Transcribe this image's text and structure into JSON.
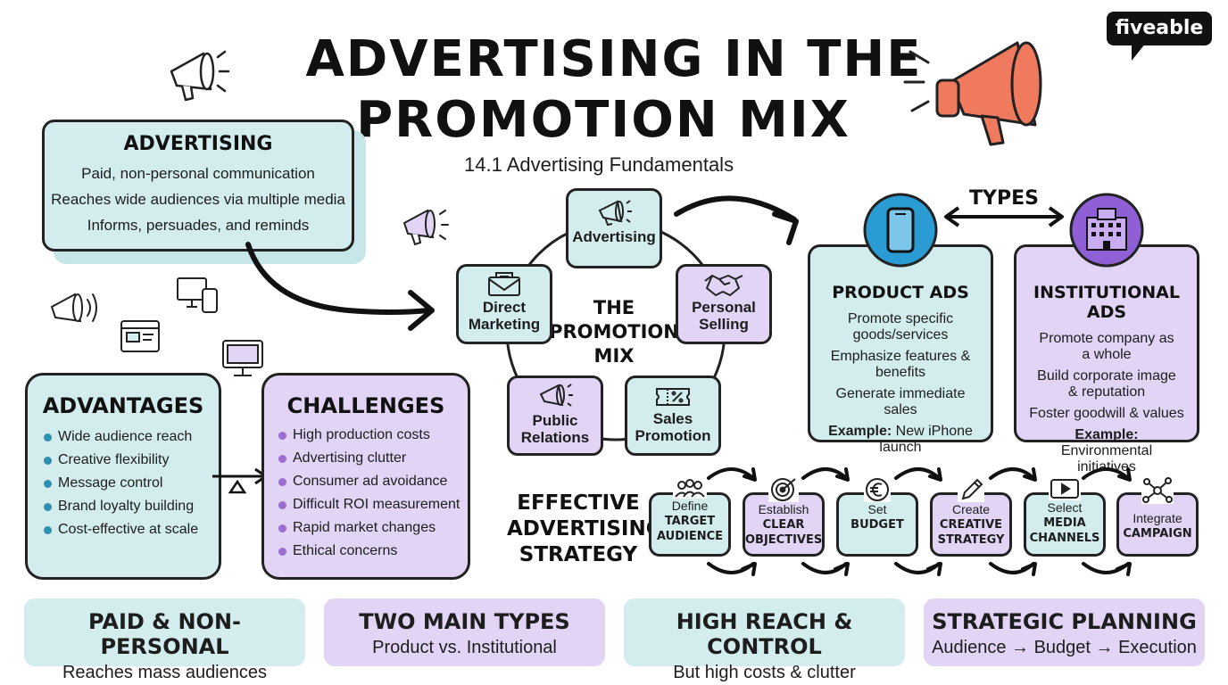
{
  "brand": "fiveable",
  "title_line1": "ADVERTISING IN THE",
  "title_line2": "PROMOTION MIX",
  "subtitle": "14.1 Advertising Fundamentals",
  "advertising": {
    "heading": "ADVERTISING",
    "lines": [
      "Paid, non-personal communication",
      "Reaches wide audiences via multiple media",
      "Informs, persuades, and reminds"
    ]
  },
  "advantages": {
    "heading": "ADVANTAGES",
    "items": [
      "Wide audience reach",
      "Creative flexibility",
      "Message control",
      "Brand loyalty building",
      "Cost-effective at scale"
    ]
  },
  "challenges": {
    "heading": "CHALLENGES",
    "items": [
      "High production costs",
      "Advertising clutter",
      "Consumer ad avoidance",
      "Difficult ROI measurement",
      "Rapid market changes",
      "Ethical concerns"
    ]
  },
  "mix": {
    "center_lines": [
      "THE",
      "PROMOTION",
      "MIX"
    ],
    "advertising": [
      "Advertising"
    ],
    "direct": [
      "Direct",
      "Marketing"
    ],
    "personal": [
      "Personal",
      "Selling"
    ],
    "public": [
      "Public",
      "Relations"
    ],
    "sales": [
      "Sales",
      "Promotion"
    ]
  },
  "types_label": "TYPES",
  "product_ads": {
    "heading": "PRODUCT ADS",
    "lines": [
      "Promote specific goods/services",
      "Emphasize features & benefits",
      "Generate immediate sales"
    ],
    "example_label": "Example:",
    "example_text": "New iPhone launch"
  },
  "institutional_ads": {
    "heading": "INSTITUTIONAL ADS",
    "lines": [
      "Promote company as a whole",
      "Build corporate image & reputation",
      "Foster goodwill & values"
    ],
    "example_label": "Example:",
    "example_text": "Environmental initiatives"
  },
  "strategy": {
    "heading_lines": [
      "EFFECTIVE",
      "ADVERTISING",
      "STRATEGY"
    ],
    "steps": [
      {
        "top": "Define",
        "bold": [
          "TARGET",
          "AUDIENCE"
        ]
      },
      {
        "top": "Establish",
        "bold": [
          "CLEAR",
          "OBJECTIVES"
        ]
      },
      {
        "top": "Set",
        "bold": [
          "BUDGET"
        ]
      },
      {
        "top": "Create",
        "bold": [
          "CREATIVE",
          "STRATEGY"
        ]
      },
      {
        "top": "Select",
        "bold": [
          "MEDIA",
          "CHANNELS"
        ]
      },
      {
        "top": "Integrate",
        "bold": [
          "CAMPAIGN"
        ]
      }
    ]
  },
  "banners": [
    {
      "heading": "PAID & NON-PERSONAL",
      "sub": "Reaches mass audiences"
    },
    {
      "heading": "TWO MAIN TYPES",
      "sub": "Product vs. Institutional"
    },
    {
      "heading": "HIGH REACH & CONTROL",
      "sub": "But high costs & clutter"
    },
    {
      "heading": "STRATEGIC PLANNING",
      "sub": "Audience → Budget → Execution"
    }
  ],
  "colors": {
    "teal": "#d3ecee",
    "lavender": "#e1d4f5",
    "megaphone": "#f07a5e",
    "phone_circle": "#2a9bd3",
    "building_circle": "#8f5fd6"
  }
}
